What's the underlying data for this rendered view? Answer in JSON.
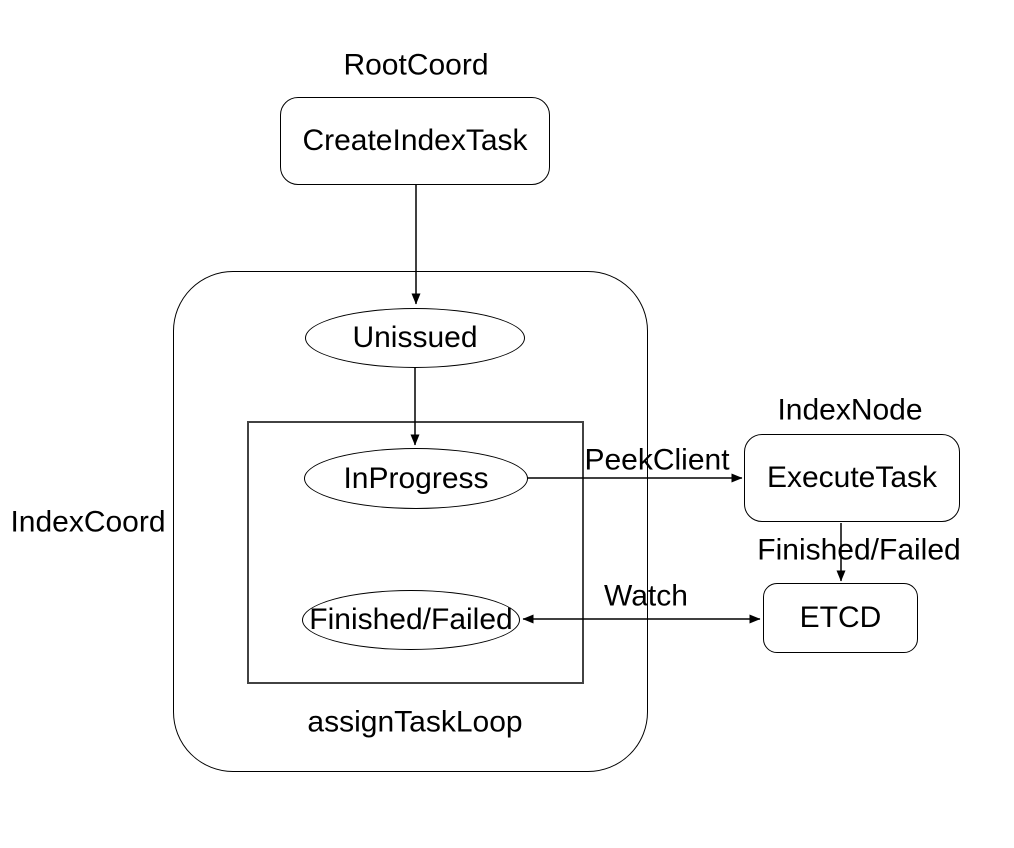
{
  "canvas": {
    "background": "#ffffff"
  },
  "colors": {
    "stroke": "#000000",
    "inner_loop_stroke": "#424242",
    "text": "#000000"
  },
  "groups": {
    "root_coord_label": "RootCoord",
    "index_coord_label": "IndexCoord",
    "index_node_label": "IndexNode",
    "assign_task_loop_label": "assignTaskLoop"
  },
  "nodes": {
    "create_index_task": "CreateIndexTask",
    "unissued": "Unissued",
    "in_progress": "InProgress",
    "finished_failed": "Finished/Failed",
    "execute_task": "ExecuteTask",
    "etcd": "ETCD"
  },
  "edges": {
    "peek_client_label": "PeekClient",
    "finished_failed_label": "Finished/Failed",
    "watch_label": "Watch"
  }
}
